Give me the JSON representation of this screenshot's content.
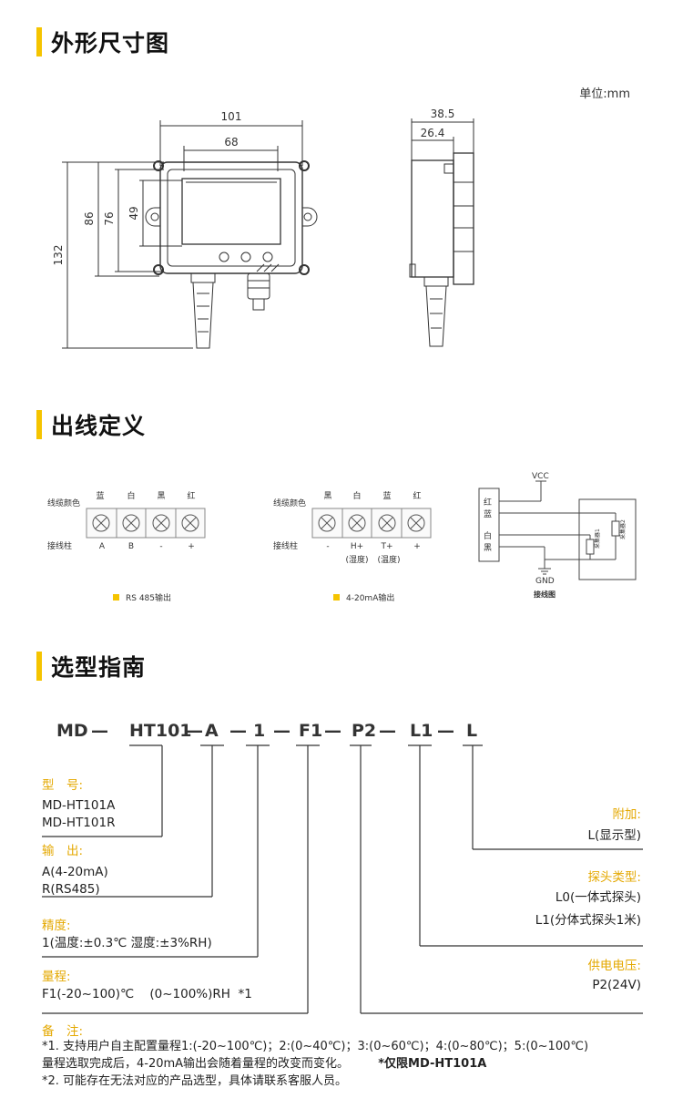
{
  "sections": {
    "dimensions": "外形尺寸图",
    "wiring": "出线定义",
    "selection": "选型指南"
  },
  "unit": "单位:mm",
  "dims": {
    "w101": "101",
    "w68": "68",
    "h132": "132",
    "h86": "86",
    "h76": "76",
    "h49": "49",
    "w38_5": "38.5",
    "w26_4": "26.4"
  },
  "wiring": {
    "rs485": {
      "color_label": "线缆颜色",
      "terminal_label": "接线柱",
      "colors": [
        "蓝",
        "白",
        "黑",
        "红"
      ],
      "terminals": [
        "A",
        "B",
        "-",
        "+"
      ],
      "legend": "RS 485输出"
    },
    "ma": {
      "color_label": "线缆颜色",
      "terminal_label": "接线柱",
      "colors": [
        "黑",
        "白",
        "蓝",
        "红"
      ],
      "terminals": [
        "-",
        "H+",
        "T+",
        "+"
      ],
      "sub": [
        "",
        "(湿度)",
        "(温度)",
        ""
      ],
      "legend": "4-20mA输出"
    },
    "diagram": {
      "vcc": "VCC",
      "gnd": "GND",
      "wires": [
        "红",
        "蓝",
        "白",
        "黑"
      ],
      "r1": "采集器1",
      "r2": "采集器2",
      "caption": "接线图"
    }
  },
  "model": {
    "parts": [
      "MD",
      "HT101",
      "A",
      "1",
      "F1",
      "P2",
      "L1",
      "L"
    ],
    "dash": "—",
    "type": {
      "header": "型　号:",
      "lines": [
        "MD-HT101A",
        "MD-HT101R"
      ]
    },
    "output": {
      "header": "输　出:",
      "lines": [
        "A(4-20mA)",
        "R(RS485)"
      ]
    },
    "precision": {
      "header": "精度:",
      "lines": [
        "1(温度:±0.3℃  湿度:±3%RH)"
      ]
    },
    "range": {
      "header": "量程:",
      "lines": [
        "F1(-20~100)℃    (0~100%)RH  *1"
      ]
    },
    "addon": {
      "header": "附加:",
      "lines": [
        "L(显示型)"
      ]
    },
    "probe": {
      "header": "探头类型:",
      "lines": [
        "L0(一体式探头)",
        "L1(分体式探头1米)"
      ]
    },
    "power": {
      "header": "供电电压:",
      "lines": [
        "P2(24V)"
      ]
    }
  },
  "notes": {
    "header": "备　注:",
    "line1": "*1. 支持用户自主配置量程1:(-20~100℃)；2:(0~40℃)；3:(0~60℃)；4:(0~80℃)；5:(0~100℃)",
    "line2": "量程选取完成后，4-20mA输出会随着量程的改变而变化。",
    "line2_bold": "*仅限MD-HT101A",
    "line3": "*2. 可能存在无法对应的产品选型，具体请联系客服人员。"
  },
  "colors": {
    "accent": "#f5c400",
    "gold_text": "#e4a800"
  }
}
